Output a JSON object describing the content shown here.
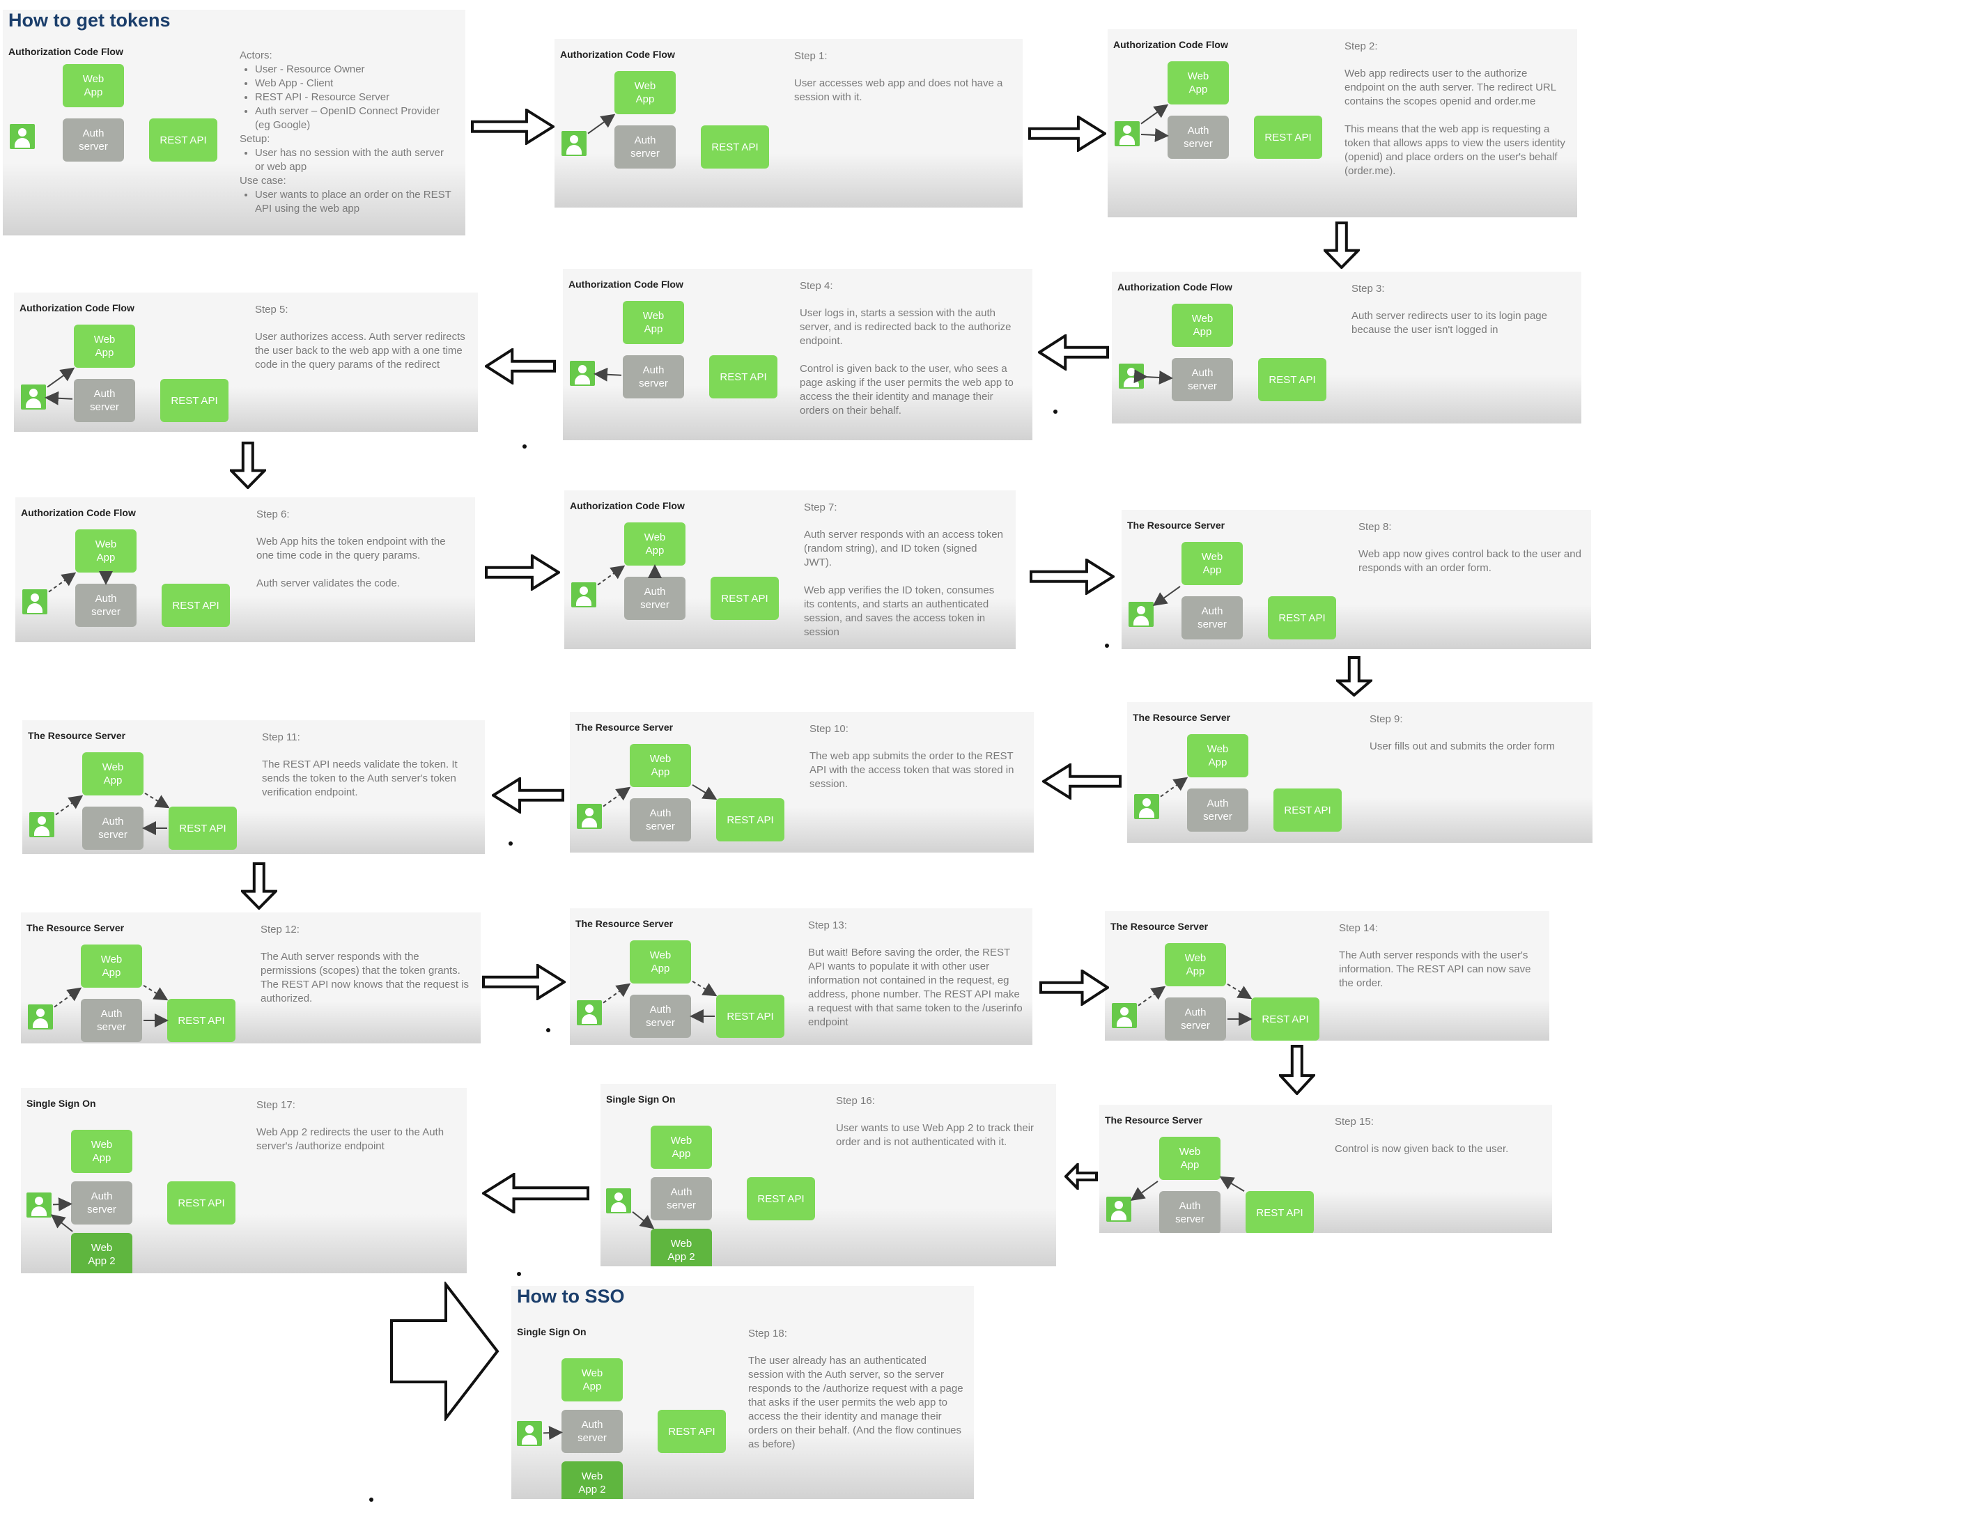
{
  "colors": {
    "web_app": "#7ed957",
    "auth_server": "#a9aca6",
    "rest_api": "#7ed957",
    "web_app_2": "#5fb63f",
    "user_icon": "#67c94a",
    "heading": "#1b3e6b"
  },
  "labels": {
    "web_app": "Web\nApp",
    "auth_server": "Auth\nserver",
    "rest_api": "REST API",
    "web_app_2": "Web\nApp 2"
  },
  "heading": "How to get tokens",
  "intro": {
    "section": "Authorization Code Flow",
    "actors_title": "Actors:",
    "actors": [
      "User - Resource Owner",
      "Web App - Client",
      "REST API - Resource Server",
      "Auth server – OpenID Connect Provider (eg Google)"
    ],
    "setup_title": "Setup:",
    "setup": [
      "User has no session with the auth server or web app"
    ],
    "usecase_title": "Use case:",
    "usecase": [
      "User wants to place an order on the REST API using the web app"
    ]
  },
  "steps": [
    {
      "section": "Authorization Code Flow",
      "label": "Step 1:",
      "text": "User accesses web app and does not have a session with it."
    },
    {
      "section": "Authorization Code Flow",
      "label": "Step 2:",
      "text": "Web app redirects user to the authorize endpoint on the auth server. The redirect URL contains the scopes openid and order.me\n\nThis means that the web app is requesting a token that allows apps to view the users identity (openid) and place orders on the user's behalf (order.me)."
    },
    {
      "section": "Authorization Code Flow",
      "label": "Step 3:",
      "text": "Auth server redirects user to its login page because the user isn't logged in"
    },
    {
      "section": "Authorization Code Flow",
      "label": "Step 4:",
      "text": "User logs in, starts a session with the auth server, and is redirected back to the authorize endpoint.\n\nControl is given back to the user, who sees a page asking if the user permits the web app to access the their identity and manage their orders on their behalf."
    },
    {
      "section": "Authorization Code Flow",
      "label": "Step 5:",
      "text": "User authorizes access. Auth server redirects the user back to the web app with a one time code in the query params of the redirect"
    },
    {
      "section": "Authorization Code Flow",
      "label": "Step 6:",
      "text": "Web App hits the token endpoint with the one time code in the query params.\n\nAuth server validates the code."
    },
    {
      "section": "Authorization Code Flow",
      "label": "Step 7:",
      "text": "Auth server responds with an access token (random string), and ID token (signed JWT).\n\nWeb app verifies the ID token, consumes its contents, and starts an authenticated session, and saves the access token in session"
    },
    {
      "section": "The Resource Server",
      "label": "Step 8:",
      "text": "Web app now gives control back to the user and responds with an order form."
    },
    {
      "section": "The Resource Server",
      "label": "Step 9:",
      "text": "User fills out and submits the order form"
    },
    {
      "section": "The Resource Server",
      "label": "Step 10:",
      "text": "The web app submits the order to the REST API with the access token that was stored in session."
    },
    {
      "section": "The Resource Server",
      "label": "Step 11:",
      "text": "The REST API needs validate the token. It sends the token to the Auth server's token verification endpoint."
    },
    {
      "section": "The Resource Server",
      "label": "Step 12:",
      "text": "The Auth server responds with the permissions (scopes) that the token grants. The REST API now knows that the request is authorized."
    },
    {
      "section": "The Resource Server",
      "label": "Step 13:",
      "text": "But wait! Before saving the order, the REST API wants to populate it with other user information not contained in the request, eg address, phone number. The REST API make a request with that same token to the /userinfo endpoint"
    },
    {
      "section": "The Resource Server",
      "label": "Step 14:",
      "text": "The Auth server responds with the user's information. The REST API can now save the order."
    },
    {
      "section": "The Resource Server",
      "label": "Step 15:",
      "text": "Control is now given back to the user."
    },
    {
      "section": "Single Sign On",
      "label": "Step 16:",
      "text": "User wants to use Web App 2 to track their order and is not authenticated with it."
    },
    {
      "section": "Single Sign On",
      "label": "Step 17:",
      "text": "Web App 2 redirects the user to the Auth server's /authorize endpoint"
    },
    {
      "heading": "How to SSO",
      "section": "Single Sign On",
      "label": "Step 18:",
      "text": "The user already has an authenticated session with the Auth server, so the server responds to the /authorize request with a page that asks if the user permits the web app to access the their identity and manage their orders on their behalf. (And the flow continues as before)"
    }
  ]
}
